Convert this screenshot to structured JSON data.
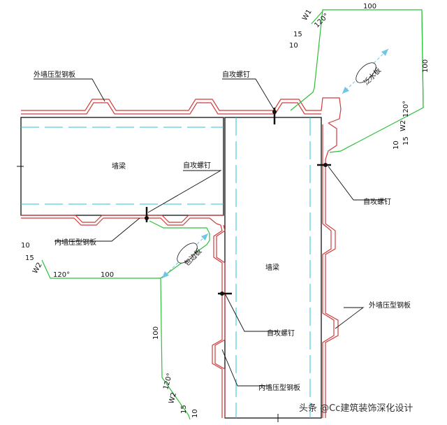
{
  "labels": {
    "outer_panel_top": "外墙压型钢板",
    "outer_panel_right": "外墙压型钢板",
    "inner_panel_left": "内墙压型钢板",
    "inner_panel_bottom": "内墙压型钢板",
    "screw_top": "自攻螺钉",
    "screw_mid": "自攻螺钉",
    "screw_right": "自攻螺钉",
    "screw_bottom": "自攻螺钉",
    "beam_horizontal": "墙梁",
    "beam_vertical": "墙梁",
    "flashing_outer": "泛水板",
    "flashing_inner": "包边板"
  },
  "dims": {
    "w1": "W1",
    "w1_angle": "120°",
    "w1_len_top": "100",
    "w1_15": "15",
    "w1_10": "10",
    "w2r": "W2",
    "w2r_angle": "120°",
    "w2r_len": "100",
    "w2r_10": "10",
    "w2r_15": "15",
    "w2l_10": "10",
    "w2l_15": "15",
    "w2l": "W2",
    "w2l_angle": "120°",
    "w2l_len": "100",
    "w2b_len": "100",
    "w2b_angle": "120°",
    "w2b": "W2",
    "w2b_15": "15",
    "w2b_10": "10"
  },
  "watermark": "头条 @Cc建筑装饰深化设计",
  "colors": {
    "panel": "#d23b3b",
    "flashing": "#2fbf3a",
    "beam_centerline": "#26c6da",
    "structure": "#111111",
    "arrow": "#6fc7e6"
  }
}
